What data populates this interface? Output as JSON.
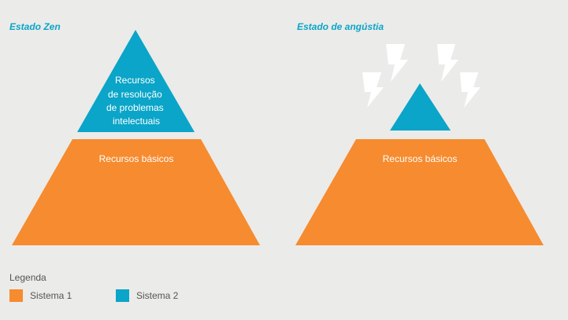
{
  "panels": {
    "zen": {
      "title": "Estado Zen",
      "top_label_lines": [
        "Recursos",
        "de resolução",
        "de problemas",
        "intelectuais"
      ],
      "base_label": "Recursos básicos"
    },
    "anguish": {
      "title": "Estado de angústia",
      "base_label": "Recursos básicos"
    }
  },
  "legend": {
    "title": "Legenda",
    "items": [
      {
        "label": "Sistema 1",
        "color": "#f68b2f"
      },
      {
        "label": "Sistema 2",
        "color": "#0aa5c8"
      }
    ]
  },
  "colors": {
    "system1": "#f68b2f",
    "system2": "#0aa5c8",
    "lightning": "#ffffff",
    "background": "#ebebe9"
  },
  "icons": [
    "lightning-bolt-icon"
  ]
}
